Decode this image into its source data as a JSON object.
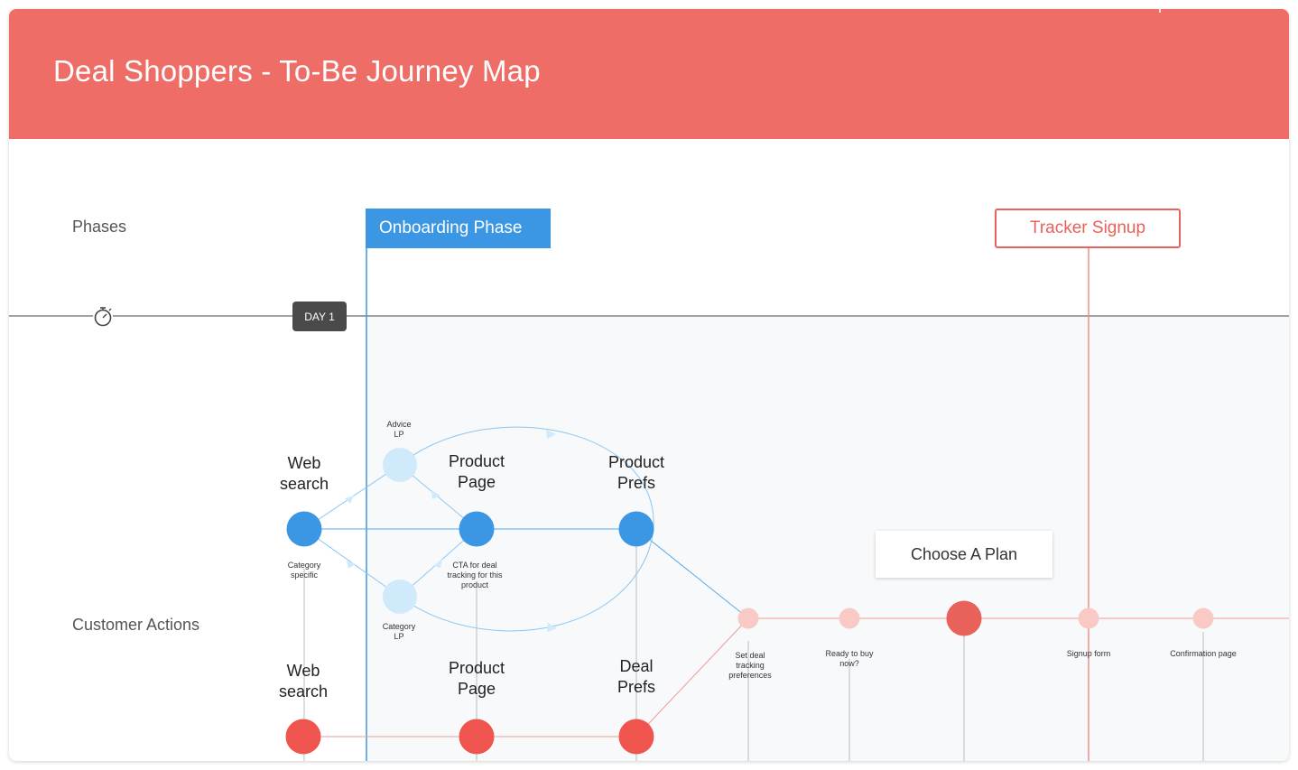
{
  "header": {
    "title": "Deal Shoppers - To-Be Journey Map"
  },
  "colors": {
    "header_bg": "#ee6d66",
    "accent_blue": "#3b97e3",
    "accent_red": "#f0544f",
    "light_blue": "#cfeafa",
    "light_red": "#f9c9c6"
  },
  "lanes": {
    "phases": "Phases",
    "customer_actions": "Customer Actions"
  },
  "phases": {
    "onboarding": "Onboarding Phase",
    "tracker_signup": "Tracker Signup"
  },
  "timeline": {
    "icon": "stopwatch-icon",
    "day_badge": "DAY 1"
  },
  "choose_plan": "Choose A Plan",
  "blue_path": {
    "web_search": {
      "title": "Web\nsearch",
      "note": "Category\nspecific"
    },
    "advice_lp": {
      "note": "Advice\nLP"
    },
    "category_lp": {
      "note": "Category\nLP"
    },
    "product_page": {
      "title": "Product\nPage",
      "note": "CTA for deal\ntracking for this\nproduct"
    },
    "product_prefs": {
      "title": "Product\nPrefs"
    }
  },
  "red_path": {
    "web_search": {
      "title": "Web\nsearch"
    },
    "product_page": {
      "title": "Product\nPage"
    },
    "deal_prefs": {
      "title": "Deal\nPrefs"
    }
  },
  "funnel": {
    "set_deal": "Set deal\ntracking\npreferences",
    "ready": "Ready to buy\nnow?",
    "signup": "Signup form",
    "confirmation": "Confirmation page"
  }
}
